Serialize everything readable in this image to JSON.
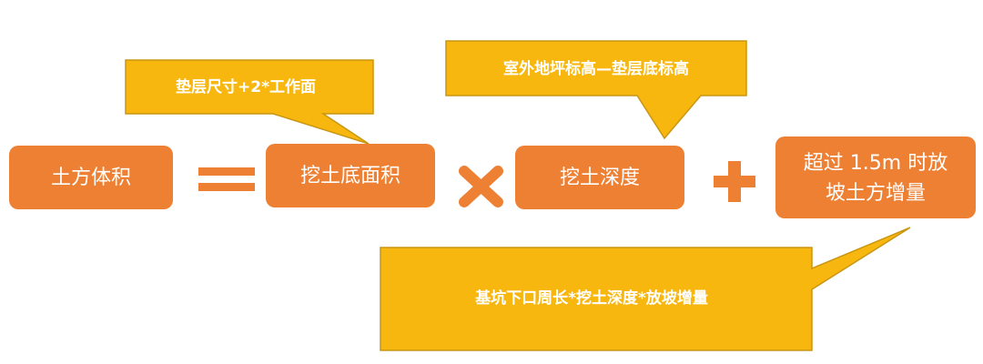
{
  "colors": {
    "box": "#EE8034",
    "callout": "#F7B70F",
    "callout_border": "#C99612"
  },
  "formula": {
    "term1": "土方体积",
    "equals": "=",
    "term2": "挖土底面积",
    "times": "×",
    "term3": "挖土深度",
    "plus": "+",
    "term4_line1": "超过 1.5m 时放",
    "term4_line2": "坡土方增量"
  },
  "callouts": {
    "area": "垫层尺寸+2*工作面",
    "depth": "室外地坪标高—垫层底标高",
    "increment": "基坑下口周长*挖土深度*放坡增量"
  }
}
